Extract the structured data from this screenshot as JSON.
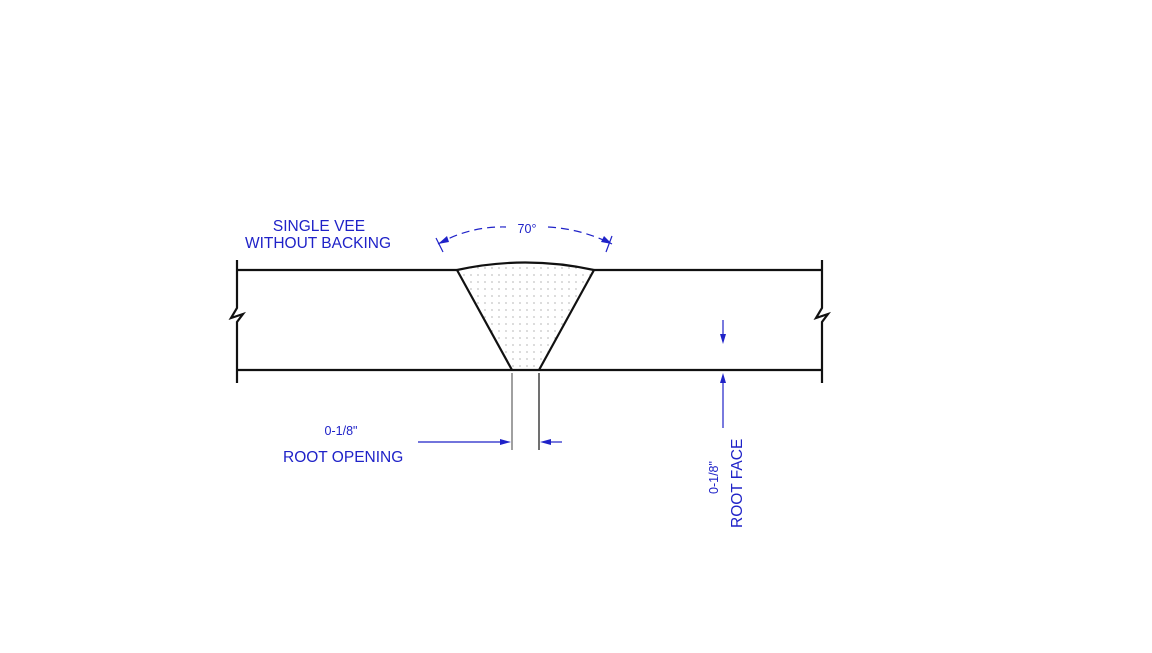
{
  "title": {
    "line1": "SINGLE VEE",
    "line2": "WITHOUT BACKING"
  },
  "angle": {
    "value": "70°"
  },
  "root_opening": {
    "value": "0-1/8\"",
    "label": "ROOT OPENING"
  },
  "root_face": {
    "value": "0-1/8\"",
    "label": "ROOT FACE"
  },
  "colors": {
    "line": "#111111",
    "annotation": "#1f22c8",
    "background": "#ffffff"
  }
}
